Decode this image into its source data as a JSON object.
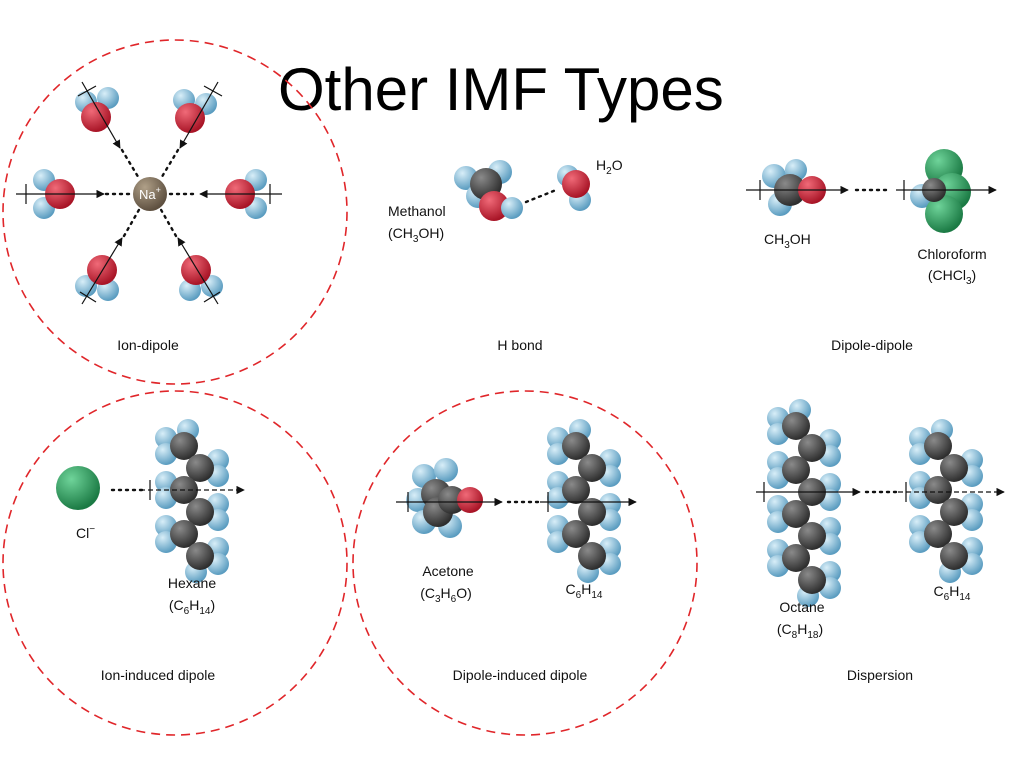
{
  "title": "Other IMF Types",
  "colors": {
    "oxygen": "#c8283a",
    "hydrogen": "#8fc6de",
    "carbon": "#4a4a4a",
    "chlorine": "#2e9e5e",
    "sodium": "#7a6a55",
    "dashed_circle": "#e0262a"
  },
  "panels": {
    "ion_dipole": {
      "caption": "Ion-dipole",
      "ion": "Na",
      "ion_charge": "+"
    },
    "h_bond": {
      "caption": "H bond",
      "methanol": "Methanol",
      "methanol_formula": {
        "a": "(CH",
        "b": "3",
        "c": "OH)"
      },
      "water": {
        "a": "H",
        "b": "2",
        "c": "O"
      }
    },
    "dipole_dipole": {
      "caption": "Dipole-dipole",
      "ch3oh": {
        "a": "CH",
        "b": "3",
        "c": "OH"
      },
      "chloroform": "Chloroform",
      "chloroform_formula": {
        "a": "(CHCl",
        "b": "3",
        "c": ")"
      }
    },
    "ion_induced_dipole": {
      "caption": "Ion-induced dipole",
      "chloride": "Cl",
      "chloride_charge": "−",
      "hexane": "Hexane",
      "hexane_formula": {
        "a": "(C",
        "b": "6",
        "c": "H",
        "d": "14",
        "e": ")"
      }
    },
    "dipole_induced_dipole": {
      "caption": "Dipole-induced dipole",
      "acetone": "Acetone",
      "acetone_formula": {
        "a": "(C",
        "b": "3",
        "c": "H",
        "d": "6",
        "e": "O)"
      },
      "c6h14": {
        "a": "C",
        "b": "6",
        "c": "H",
        "d": "14"
      }
    },
    "dispersion": {
      "caption": "Dispersion",
      "octane": "Octane",
      "octane_formula": {
        "a": "(C",
        "b": "8",
        "c": "H",
        "d": "18",
        "e": ")"
      },
      "c6h14": {
        "a": "C",
        "b": "6",
        "c": "H",
        "d": "14"
      }
    }
  }
}
